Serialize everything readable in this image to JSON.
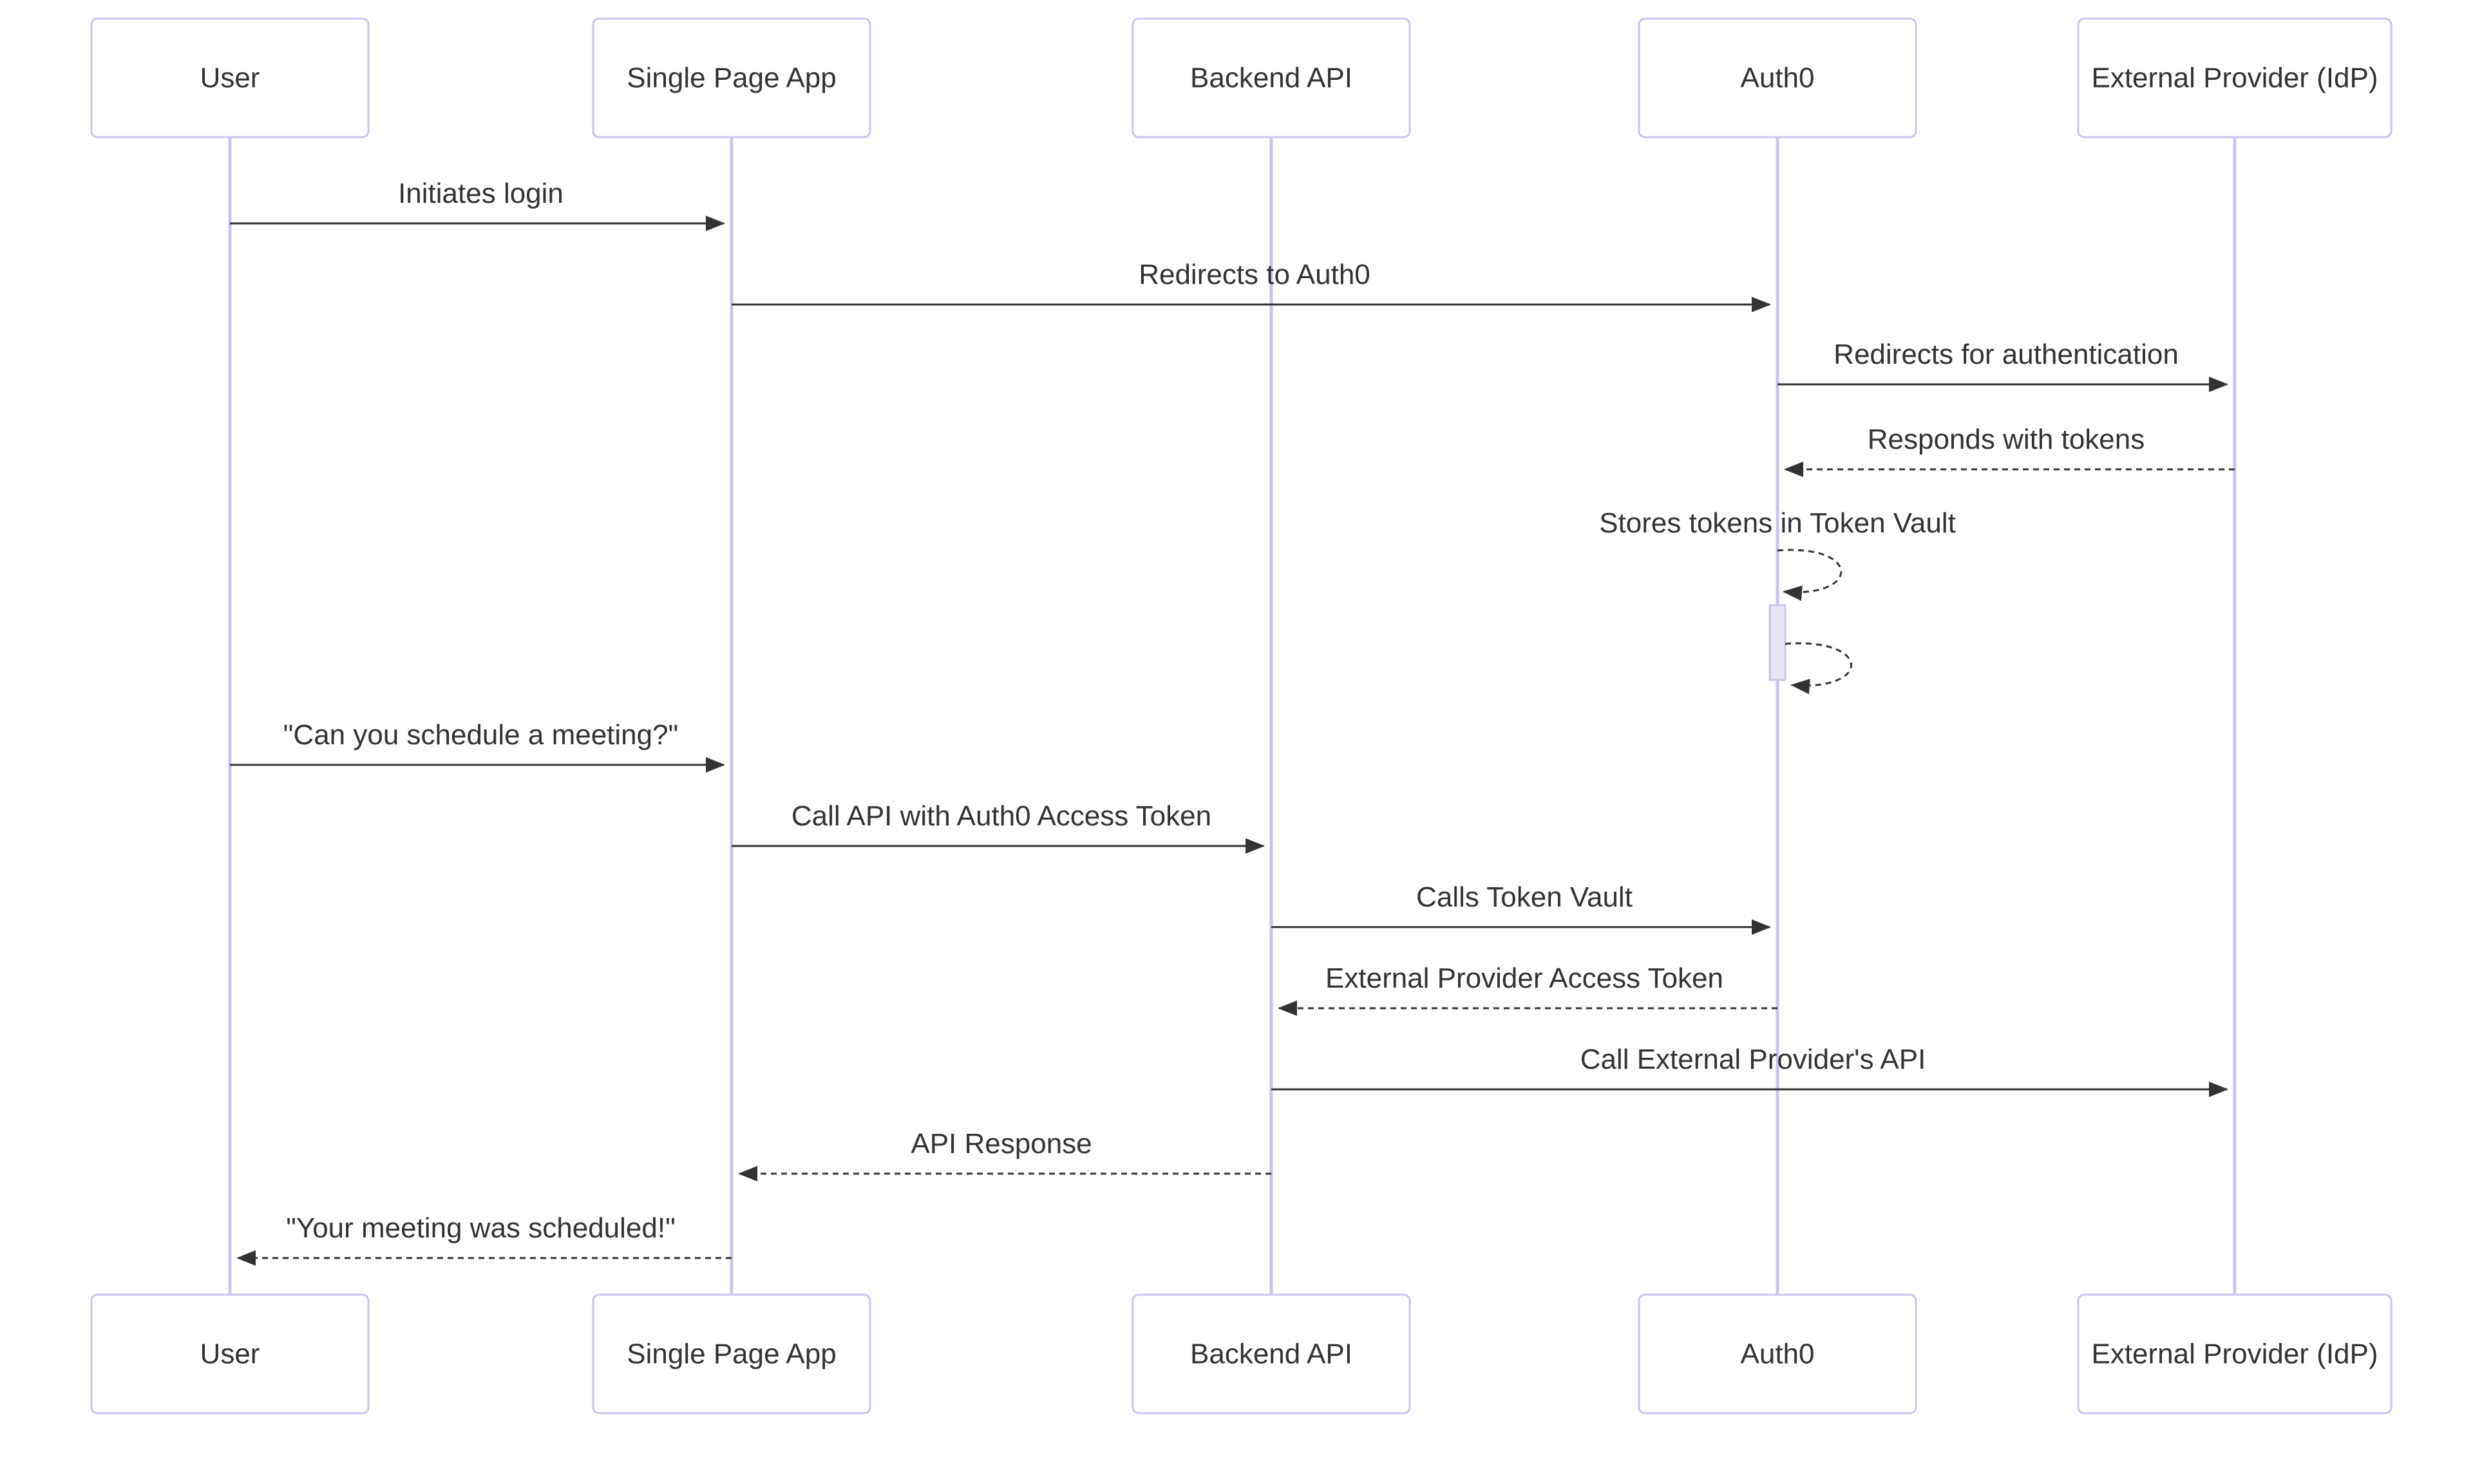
{
  "diagram": {
    "participants": [
      {
        "id": "user",
        "label": "User"
      },
      {
        "id": "spa",
        "label": "Single Page App"
      },
      {
        "id": "api",
        "label": "Backend API"
      },
      {
        "id": "auth0",
        "label": "Auth0"
      },
      {
        "id": "idp",
        "label": "External Provider (IdP)"
      }
    ],
    "messages": [
      {
        "from": "user",
        "to": "spa",
        "label": "Initiates login",
        "style": "solid"
      },
      {
        "from": "spa",
        "to": "auth0",
        "label": "Redirects to Auth0",
        "style": "solid"
      },
      {
        "from": "auth0",
        "to": "idp",
        "label": "Redirects for authentication",
        "style": "solid"
      },
      {
        "from": "idp",
        "to": "auth0",
        "label": "Responds with tokens",
        "style": "dashed"
      },
      {
        "from": "auth0",
        "to": "auth0",
        "label": "Stores tokens in Token Vault",
        "style": "dashed"
      },
      {
        "from": "auth0",
        "to": "auth0",
        "label": "",
        "style": "dashed"
      },
      {
        "from": "user",
        "to": "spa",
        "label": "\"Can you schedule a meeting?\"",
        "style": "solid"
      },
      {
        "from": "spa",
        "to": "api",
        "label": "Call API with Auth0 Access Token",
        "style": "solid"
      },
      {
        "from": "api",
        "to": "auth0",
        "label": "Calls Token Vault",
        "style": "solid"
      },
      {
        "from": "auth0",
        "to": "api",
        "label": "External Provider Access Token",
        "style": "dashed"
      },
      {
        "from": "api",
        "to": "idp",
        "label": "Call External Provider's API",
        "style": "solid"
      },
      {
        "from": "api",
        "to": "spa",
        "label": "API Response",
        "style": "dashed"
      },
      {
        "from": "spa",
        "to": "user",
        "label": "\"Your meeting was scheduled!\"",
        "style": "dashed"
      }
    ],
    "colors": {
      "actor_border": "#c8c5ec",
      "lifeline": "#c8c5ec",
      "activation_fill": "#e6e5f3",
      "text": "#333333",
      "arrow": "#333333"
    }
  }
}
